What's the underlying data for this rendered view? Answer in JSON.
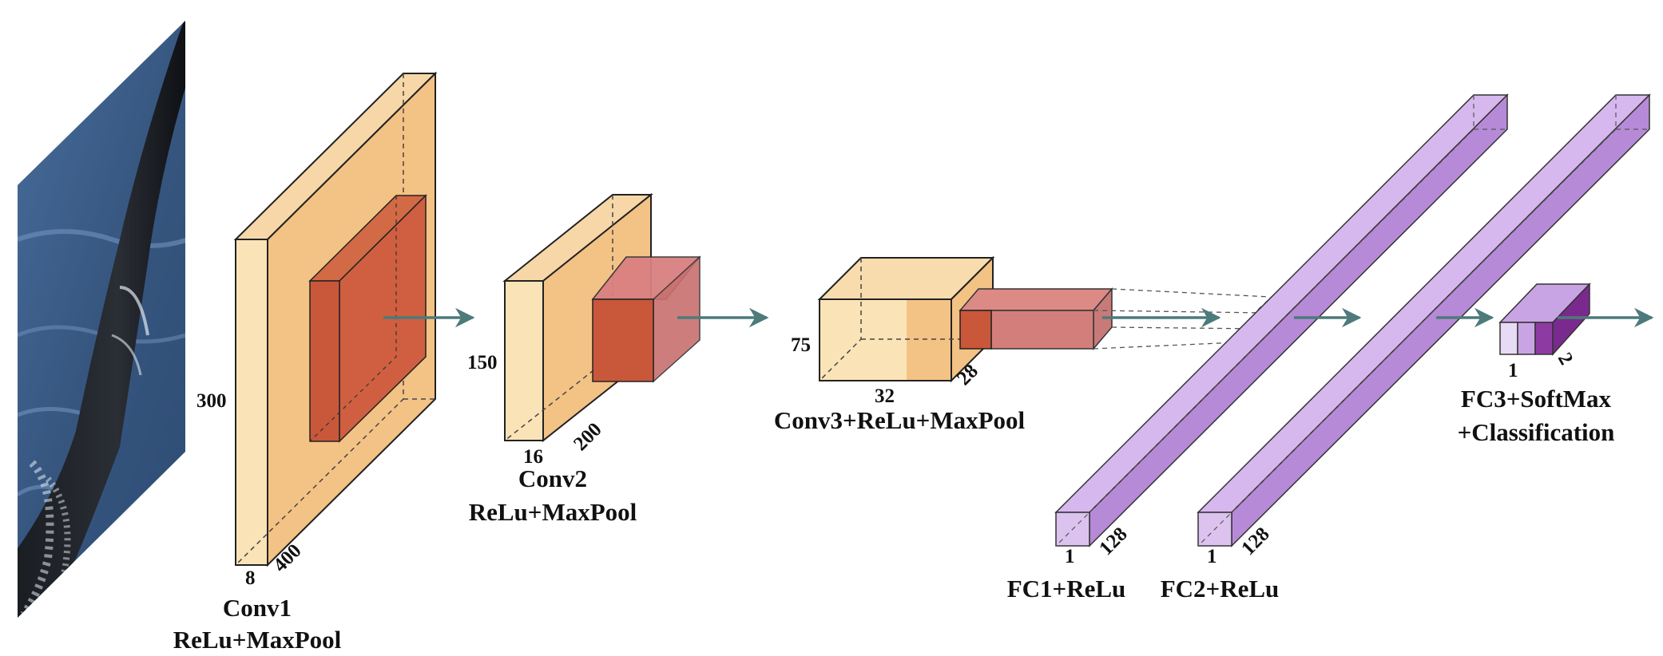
{
  "input_image": {
    "description_icon": "orca-dorsal-fin-photo"
  },
  "layers": {
    "conv1": {
      "height": "300",
      "width": "400",
      "depth": "8",
      "caption_line1": "Conv1",
      "caption_line2": "ReLu+MaxPool"
    },
    "conv2": {
      "height": "150",
      "width": "200",
      "depth": "16",
      "caption_line1": "Conv2",
      "caption_line2": "ReLu+MaxPool"
    },
    "conv3": {
      "height": "75",
      "width": "28",
      "depth": "32",
      "caption_line1": "Conv3+ReLu+MaxPool"
    },
    "fc1": {
      "width": "1",
      "length": "128",
      "caption_line1": "FC1+ReLu"
    },
    "fc2": {
      "width": "1",
      "length": "128",
      "caption_line1": "FC2+ReLu"
    },
    "fc3": {
      "width": "1",
      "length": "2",
      "caption_line1": "FC3+SoftMax",
      "caption_line2": "+Classification"
    }
  },
  "colors": {
    "conv_light": "#fbe3b8",
    "conv_mid": "#f3c285",
    "kernel": "#c9573a",
    "kernel_translucent": "#c45a5a",
    "fc_light": "#dcc3ef",
    "fc_mid": "#b78ad8",
    "fc_dark": "#7a2a8e",
    "arrow": "#4d7a7a"
  }
}
